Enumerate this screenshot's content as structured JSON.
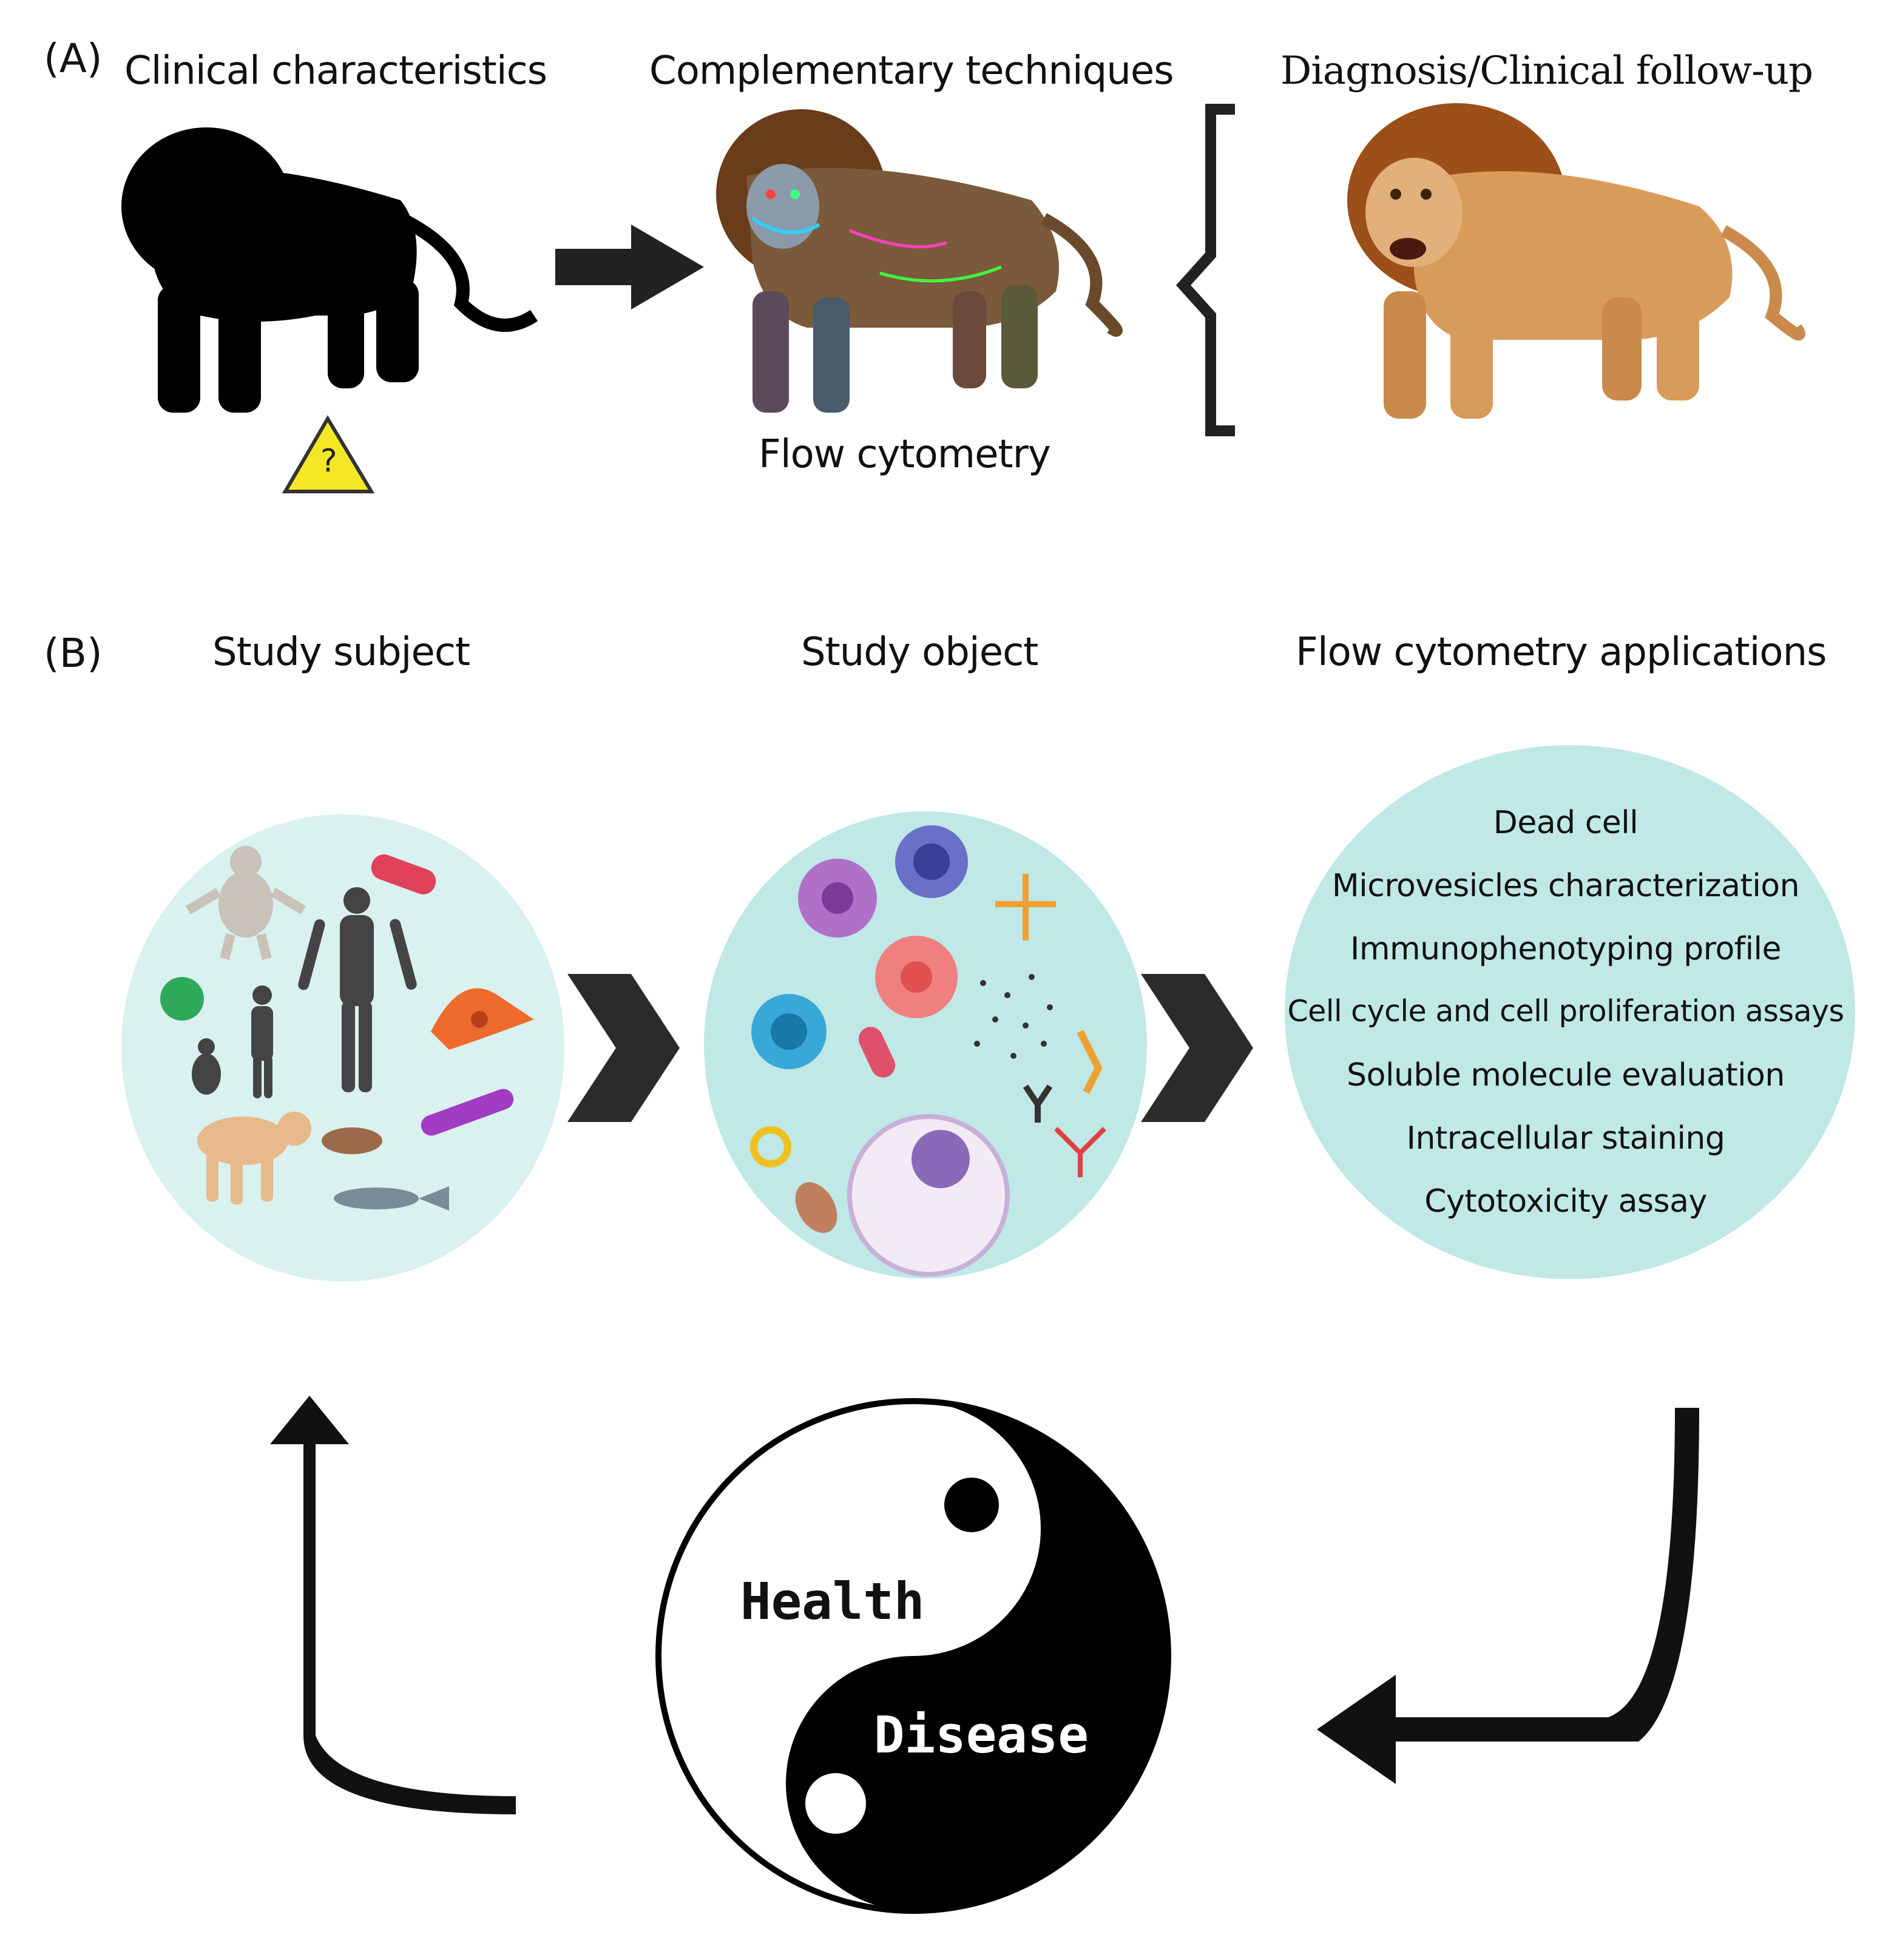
{
  "panel_a": {
    "label": "(A)",
    "col1_title": "Clinical characteristics",
    "col2_title": "Complementary techniques",
    "col3_title": "Diagnosis/Clinical follow-up",
    "technique_caption": "Flow cytometry",
    "warning_symbol": "?",
    "icons": [
      "lion-silhouette-icon",
      "warning-icon",
      "lion-neon-icon",
      "lion-photo-icon",
      "curly-brace-icon"
    ]
  },
  "panel_b": {
    "label": "(B)",
    "col1_title": "Study subject",
    "col2_title": "Study object",
    "col3_title": "Flow cytometry applications",
    "applications": [
      "Dead cell",
      "Microvesicles characterization",
      "Immunophenotyping profile",
      "Cell cycle and cell proliferation assays",
      "Soluble molecule evaluation",
      "Intracellular staining",
      "Cytotoxicity assay"
    ],
    "cycle": {
      "health": "Health",
      "disease": "Disease"
    }
  },
  "colors": {
    "subject_circle": "#d9f1ef",
    "object_circle": "#bfe8e6",
    "applications_circle": "#bfe8e6",
    "arrow": "#222222",
    "warning": "#f4e826"
  }
}
